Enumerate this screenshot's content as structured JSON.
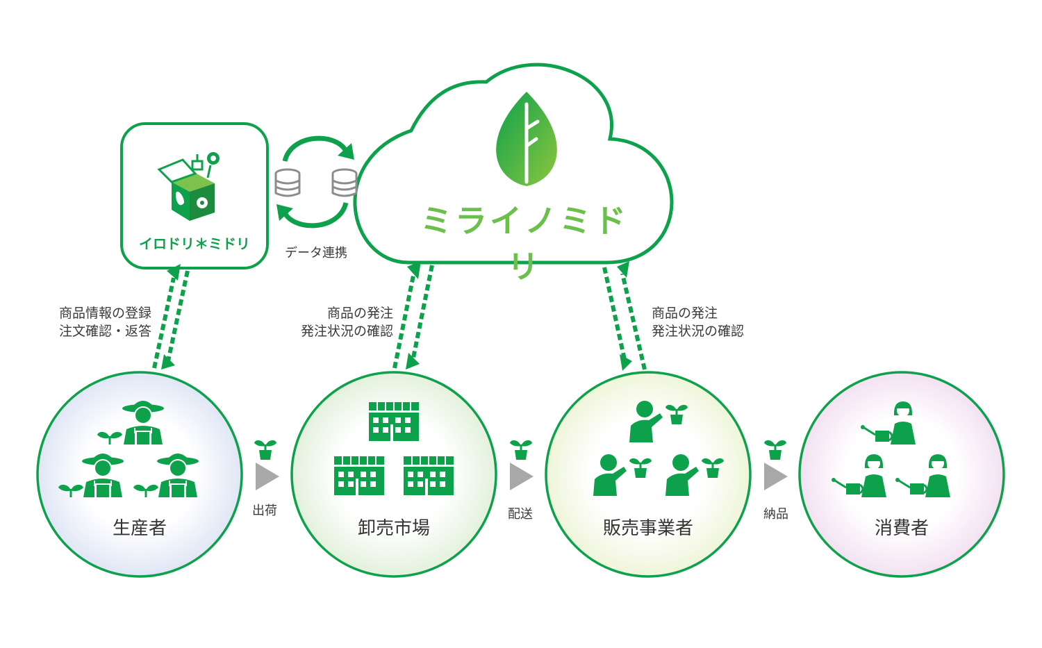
{
  "diagram": {
    "cloud_service": {
      "name": "ミライノミドリ"
    },
    "app": {
      "name": "イロドリ＊ミドリ"
    },
    "sync_label": "データ連携",
    "connections": [
      {
        "id": "producer",
        "lines": [
          "商品情報の登録",
          "注文確認・返答"
        ]
      },
      {
        "id": "wholesale",
        "lines": [
          "商品の発注",
          "発注状況の確認"
        ]
      },
      {
        "id": "retailer",
        "lines": [
          "商品の発注",
          "発注状況の確認"
        ]
      }
    ],
    "nodes": [
      {
        "id": "producer",
        "label": "生産者"
      },
      {
        "id": "wholesale",
        "label": "卸売市場"
      },
      {
        "id": "retailer",
        "label": "販売事業者"
      },
      {
        "id": "consumer",
        "label": "消費者"
      }
    ],
    "flows": [
      {
        "label": "出荷"
      },
      {
        "label": "配送"
      },
      {
        "label": "納品"
      }
    ],
    "colors": {
      "brand_green": "#0da14b",
      "light_green": "#8cc63f",
      "arrow_gray": "#a8a8a8",
      "db_gray": "#8c8c8c"
    }
  }
}
